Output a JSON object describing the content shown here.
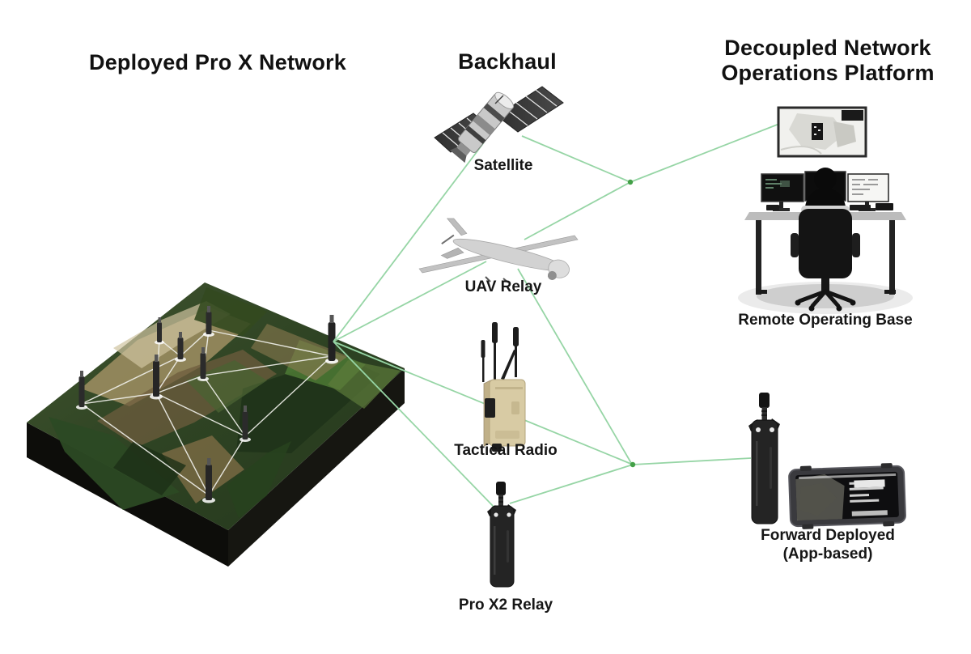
{
  "titles": {
    "deployed_network": "Deployed Pro X Network",
    "backhaul": "Backhaul",
    "ops_platform_line1": "Decoupled Network",
    "ops_platform_line2": "Operations Platform"
  },
  "labels": {
    "satellite": "Satellite",
    "uav_relay": "UAV Relay",
    "tactical_radio": "Tactical Radio",
    "pro_x2_relay": "Pro X2 Relay",
    "remote_operating_base": "Remote Operating Base",
    "forward_deployed_line1": "Forward Deployed",
    "forward_deployed_line2": "(App-based)"
  },
  "icons": {
    "terrain-model-icon": "isometric mountain terrain block with mesh radio nodes",
    "satellite-icon": "satellite with two solar panel arrays",
    "uav-icon": "fixed-wing UAV drone",
    "tactical-radio-icon": "tan tactical radio with four antennas",
    "pro-x2-icon": "black handheld mesh relay device with antenna",
    "map-display-icon": "operations map screen",
    "operator-desk-icon": "operator at multi-monitor workstation",
    "rugged-phone-icon": "rugged smartphone running app"
  },
  "colors": {
    "background": "#ffffff",
    "link_green": "#96d5a5",
    "junction_green": "#43a047",
    "mesh_white": "#f0f0ea",
    "text": "#151515",
    "tactical_tan": "#d8cba4",
    "device_black": "#242424"
  },
  "network": {
    "terrain_node_count": 9,
    "connections": [
      {
        "from": "deployed-pro-x-network",
        "to": "satellite"
      },
      {
        "from": "deployed-pro-x-network",
        "to": "uav-relay"
      },
      {
        "from": "deployed-pro-x-network",
        "to": "tactical-radio"
      },
      {
        "from": "deployed-pro-x-network",
        "to": "pro-x2-relay"
      },
      {
        "from": "satellite",
        "to": "north-junction"
      },
      {
        "from": "uav-relay",
        "to": "north-junction"
      },
      {
        "from": "north-junction",
        "to": "map-display"
      },
      {
        "from": "uav-relay",
        "to": "south-junction"
      },
      {
        "from": "tactical-radio",
        "to": "south-junction"
      },
      {
        "from": "pro-x2-relay",
        "to": "south-junction"
      },
      {
        "from": "south-junction",
        "to": "forward-deployed"
      }
    ]
  }
}
